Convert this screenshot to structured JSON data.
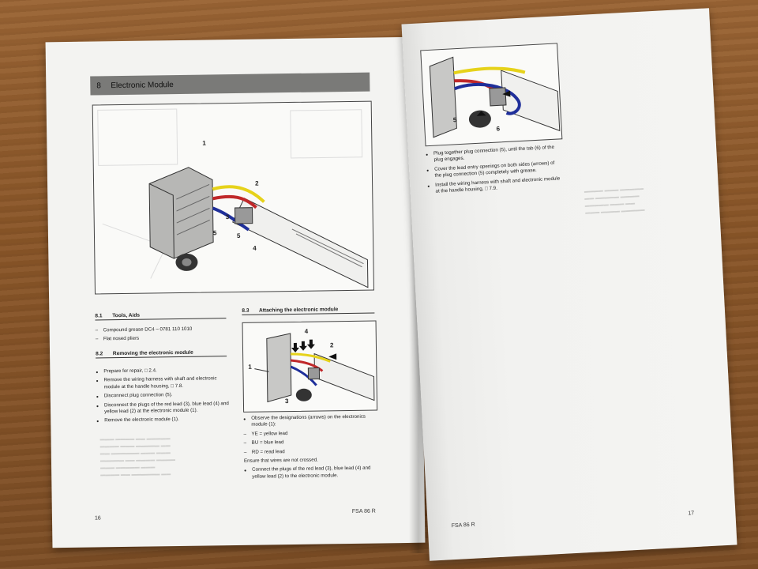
{
  "left_page": {
    "section_number": "8",
    "section_title": "Electronic Module",
    "figure_callouts": [
      "1",
      "2",
      "3",
      "4",
      "5",
      "5"
    ],
    "sec_8_1": {
      "number": "8.1",
      "title": "Tools, Aids",
      "items": [
        "Compound grease DC4 – 0781 110 1010",
        "Flat nosed pliers"
      ]
    },
    "sec_8_2": {
      "number": "8.2",
      "title": "Removing the electronic module",
      "items": [
        "Prepare for repair, □ 2.4.",
        "Remove the wiring harness with shaft and electronic module at the handle housing, □ 7.8.",
        "Disconnect plug connection (5).",
        "Disconnect the plugs of the red lead (3), blue lead (4) and yellow lead (2) at the electronic module (1).",
        "Remove the electronic module (1)."
      ]
    },
    "sec_8_3": {
      "number": "8.3",
      "title": "Attaching the electronic module",
      "figure_callouts": [
        "1",
        "2",
        "3",
        "4"
      ],
      "bullet_1": "Observe the designations (arrows) on the electronics module (1):",
      "leads": [
        "YE = yellow lead",
        "BU = blue lead",
        "RD = read lead"
      ],
      "note": "Ensure that wires are not crossed.",
      "bullet_2": "Connect the plugs of the red lead (3), blue lead (4) and yellow lead (2) to the electronic module."
    },
    "page_number": "16",
    "footer_model": "FSA 86 R"
  },
  "right_page": {
    "figure_callouts": [
      "5",
      "6"
    ],
    "items": [
      "Plug together plug connection (5), until the tab (6) of the plug engages.",
      "Cover the lead entry openings on both sides (arrows) of the plug connection (5) completely with grease.",
      "Install the wiring harness with shaft and electronic module at the handle housing, □ 7.9."
    ],
    "footer_model": "FSA 86 R",
    "page_number": "17"
  },
  "colors": {
    "wood": "#8a5a2e",
    "section_bar": "#7a7a78",
    "lead_red": "#c0282a",
    "lead_blue": "#1f2f9a",
    "lead_yellow": "#e6d21a"
  }
}
